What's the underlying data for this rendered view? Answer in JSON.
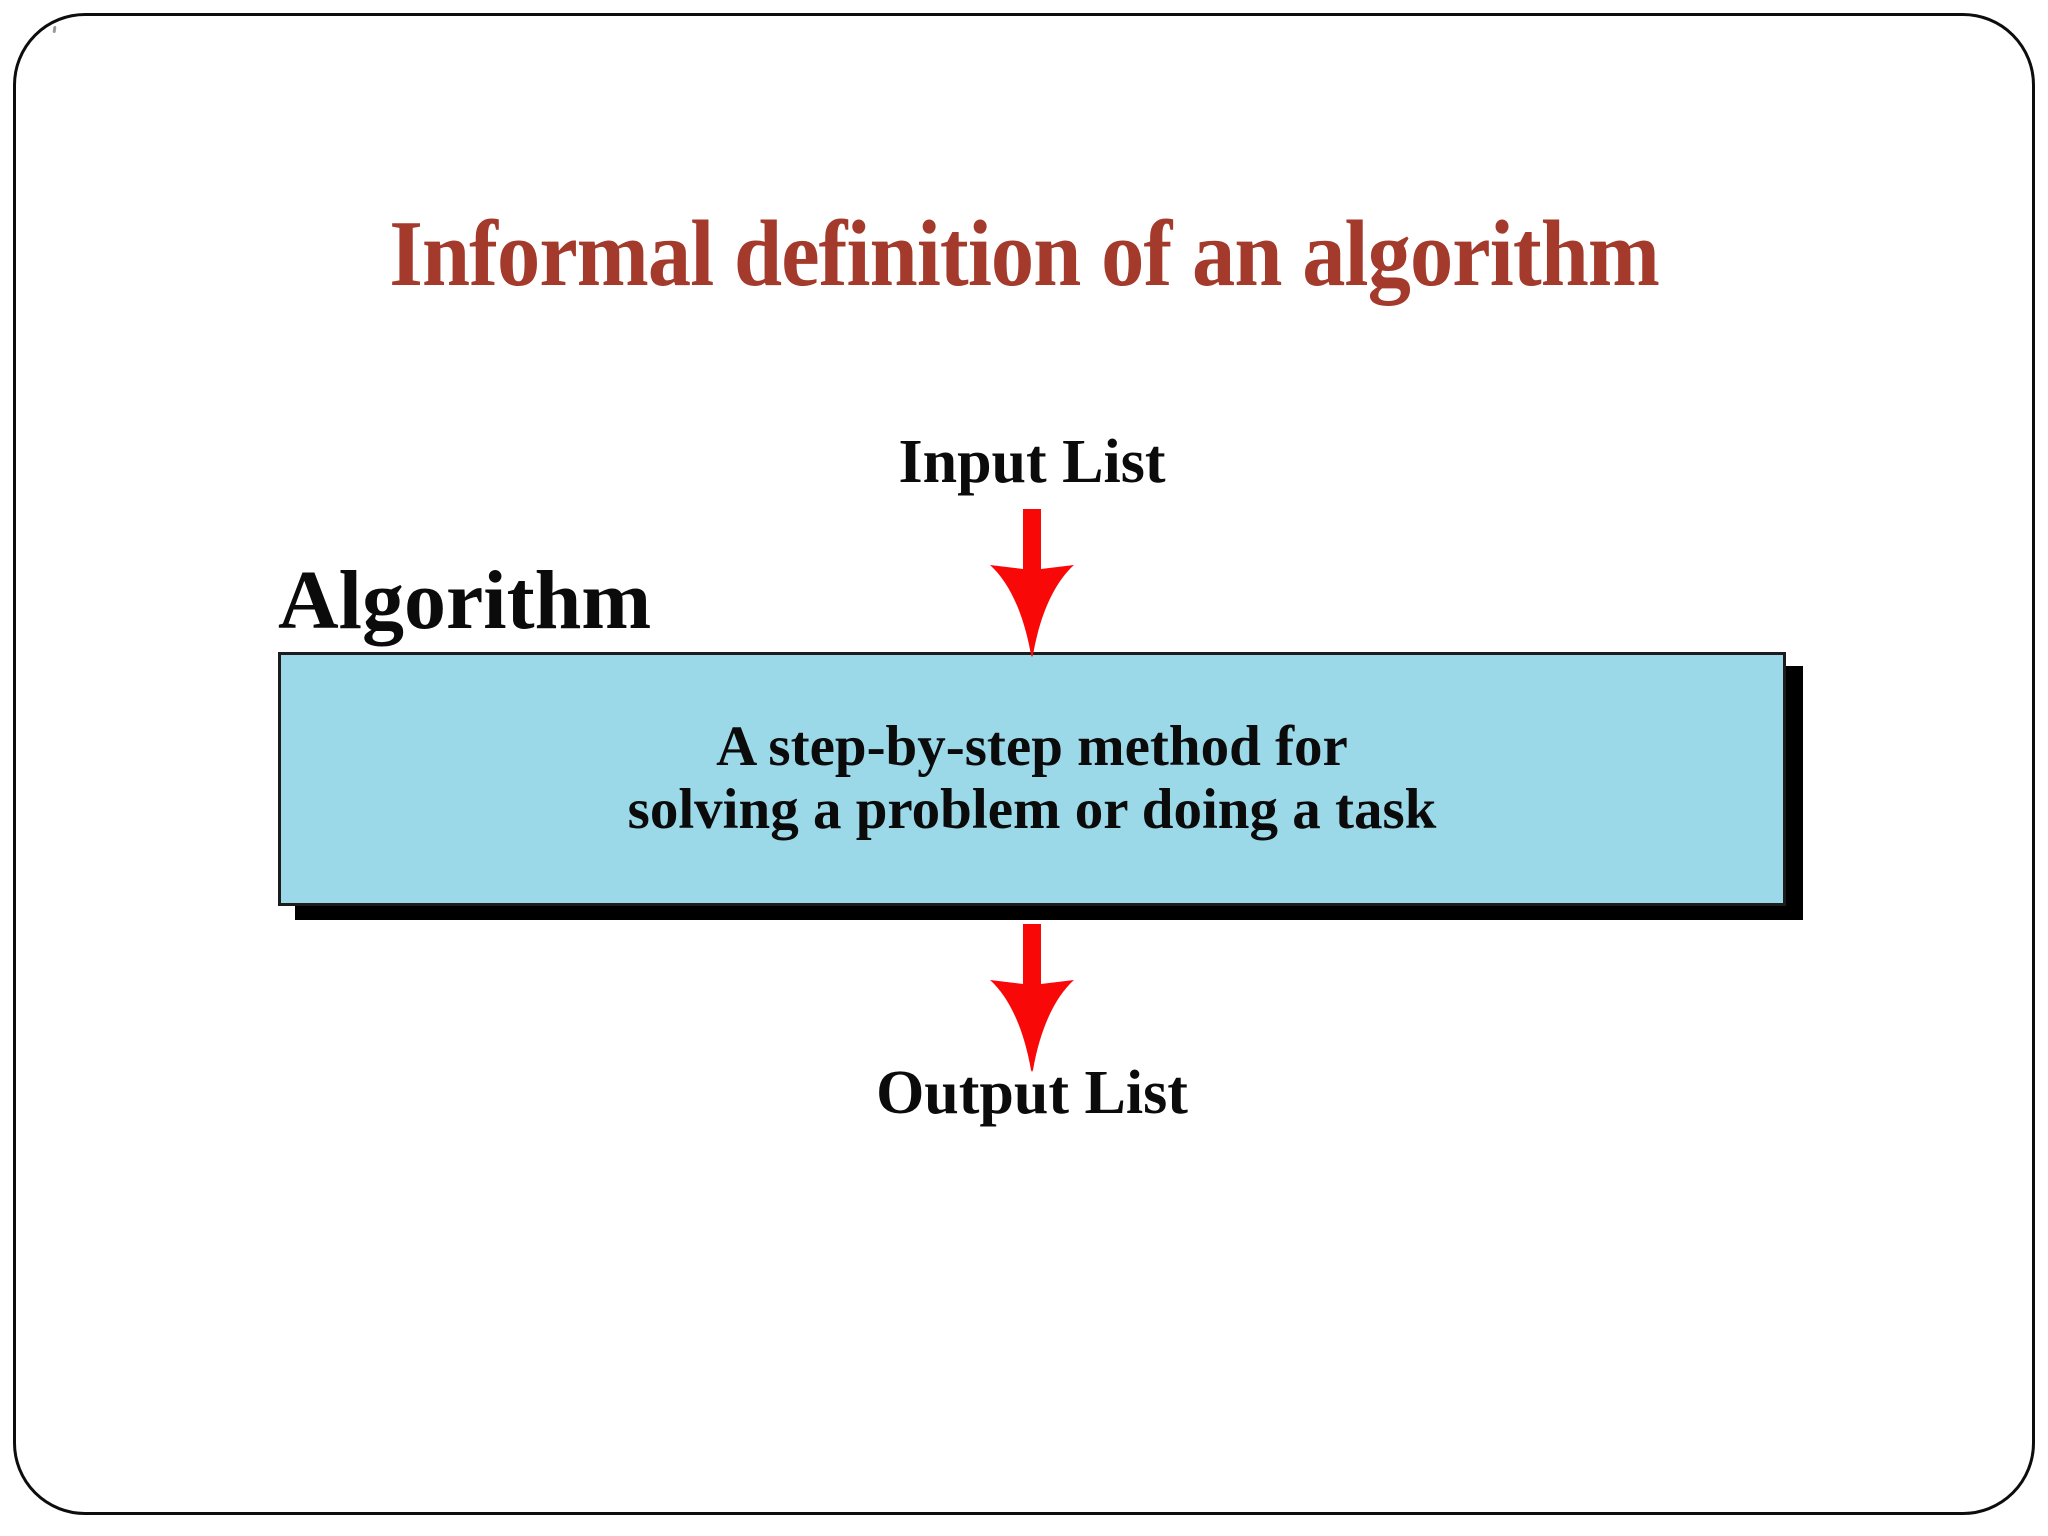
{
  "slide": {
    "title": "Informal definition of an algorithm",
    "labels": {
      "input": "Input List",
      "algorithm": "Algorithm",
      "output": "Output List"
    },
    "box": {
      "line1": "A step-by-step method for",
      "line2": "solving a problem or doing a task"
    },
    "icons": {
      "input_arrow": "down-arrow-icon",
      "output_arrow": "down-arrow-icon"
    },
    "colors": {
      "title_red": "#A33A2B",
      "arrow_red": "#F90808",
      "box_fill": "#9CD9E8",
      "box_border": "#1C1C1C",
      "shadow": "#000000",
      "text_black": "#0B0B0B",
      "frame_border": "#0D0D0D",
      "background": "#FFFFFF"
    }
  }
}
